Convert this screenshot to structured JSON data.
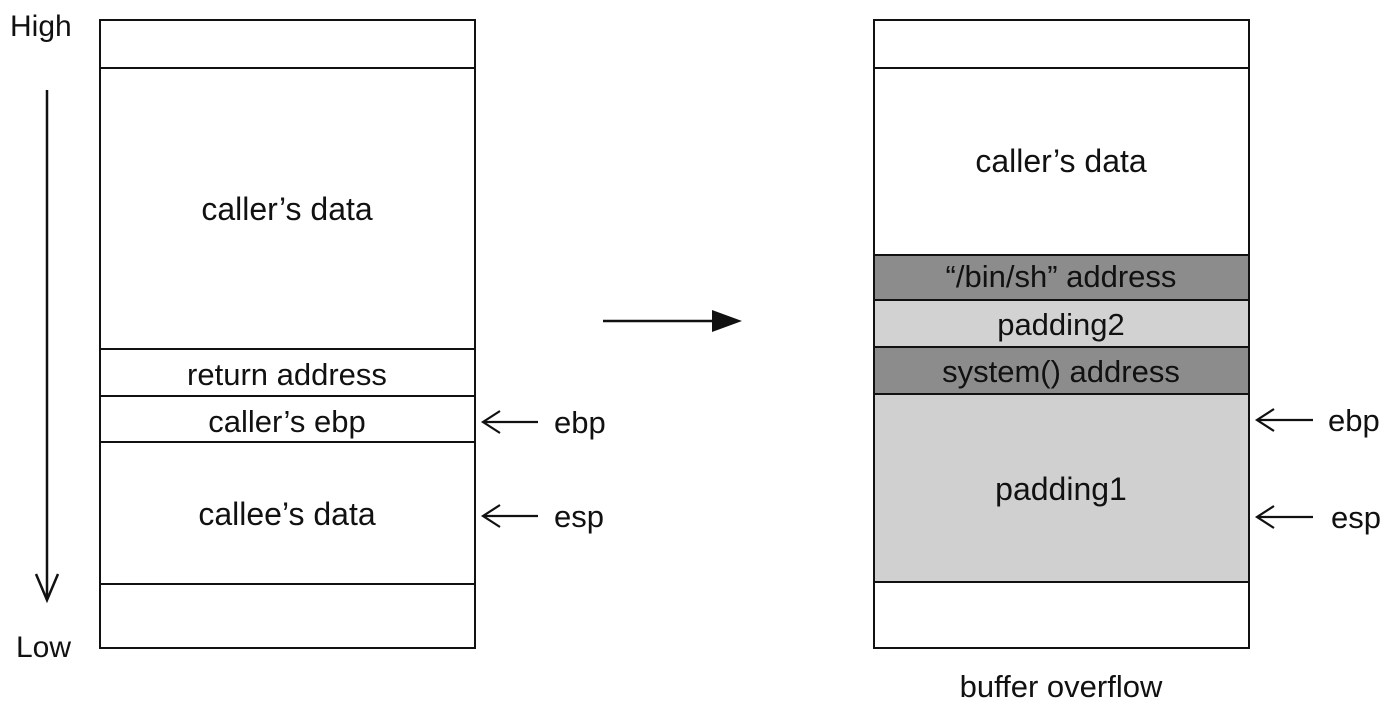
{
  "axis": {
    "high": "High",
    "low": "Low"
  },
  "left_stack": {
    "callers_data": "caller’s data",
    "return_address": "return address",
    "callers_ebp": "caller’s ebp",
    "callees_data": "callee’s data"
  },
  "right_stack": {
    "callers_data": "caller’s data",
    "binsh_address": "“/bin/sh” address",
    "padding2": "padding2",
    "system_address": "system() address",
    "padding1": "padding1",
    "caption": "buffer overflow"
  },
  "pointers": {
    "ebp": "ebp",
    "esp": "esp"
  },
  "colors": {
    "dark_fill": "#8c8c8c",
    "light_fill": "#cfcfcf",
    "mid_fill": "#d4d4d4",
    "stroke": "#111111"
  }
}
